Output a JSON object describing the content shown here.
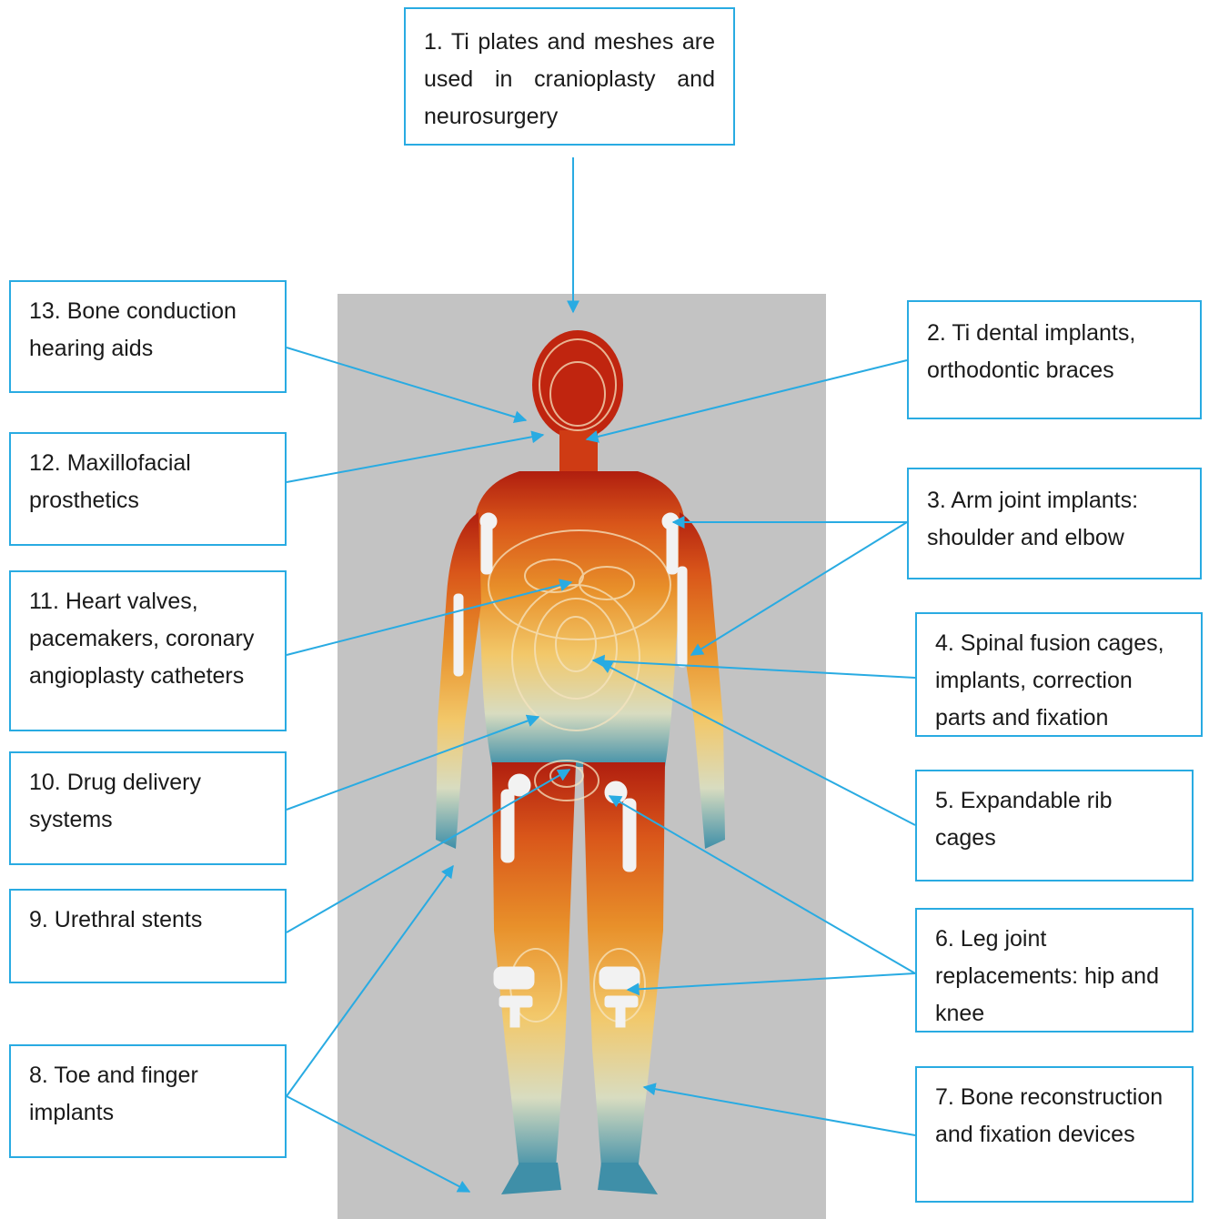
{
  "figure": {
    "panel_color": "#c3c3c3",
    "connector_color": "#29abe2",
    "body_gradient": [
      "#b01e0f",
      "#d9561a",
      "#e8902a",
      "#f2c86a",
      "#d8dcc0",
      "#3f8fa8"
    ],
    "implant_color": "#f2f2f2"
  },
  "callouts": {
    "c1": "1. Ti plates and meshes are used in cranioplasty and neurosurgery",
    "c2": "2. Ti dental implants, orthodontic braces",
    "c3": "3.  Arm joint implants: shoulder and elbow",
    "c4": "4. Spinal fusion cages, implants, correction parts and fixation",
    "c5": "5. Expandable rib cages",
    "c6": "6. Leg joint replacements: hip and knee",
    "c7": "7. Bone reconstruction  and fixation devices",
    "c8": "8. Toe and finger implants",
    "c9": "9. Urethral stents",
    "c10": "10. Drug delivery systems",
    "c11": "11. Heart valves, pacemakers, coronary angioplasty catheters",
    "c12": "12. Maxillofacial prosthetics",
    "c13": "13. Bone conduction hearing aids"
  }
}
